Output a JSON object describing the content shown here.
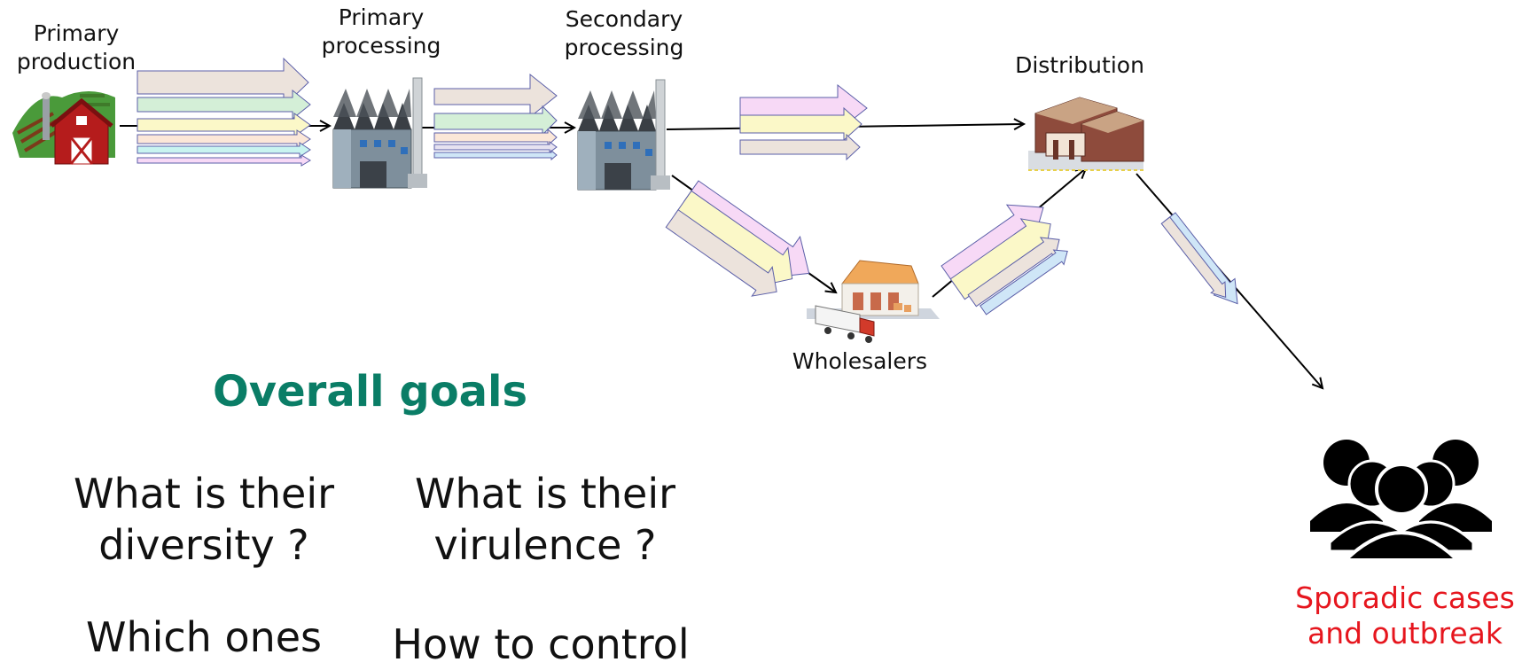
{
  "stages": {
    "primary_production": "Primary\nproduction",
    "primary_processing": "Primary\nprocessing",
    "secondary_processing": "Secondary\nprocessing",
    "distribution": "Distribution",
    "wholesalers": "Wholesalers"
  },
  "goals": {
    "title": "Overall goals",
    "q1": "What is their\ndiversity ?",
    "q2": "What is their\nvirulence ?",
    "q3": "Which ones",
    "q4": "How to control"
  },
  "outcome": "Sporadic cases\nand outbreak",
  "colors": {
    "accent": "#0a7d66",
    "outcome": "#e6161e",
    "arrow_fills": [
      "#ece3dc",
      "#d4efd7",
      "#fbf8c8",
      "#fbe7d8",
      "#c8f4f0",
      "#f7d9f6",
      "#cfe6f7"
    ]
  },
  "icons": [
    "farm-icon",
    "factory-icon",
    "warehouse-icon",
    "truck-icon",
    "people-icon"
  ]
}
